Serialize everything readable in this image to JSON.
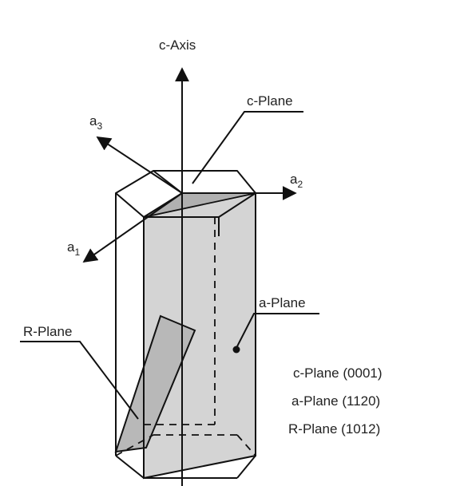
{
  "labels": {
    "c_axis": "c-Axis",
    "c_plane": "c-Plane",
    "a_plane": "a-Plane",
    "r_plane": "R-Plane",
    "a1": {
      "base": "a",
      "sub": "1"
    },
    "a2": {
      "base": "a",
      "sub": "2"
    },
    "a3": {
      "base": "a",
      "sub": "3"
    }
  },
  "legend": [
    {
      "plane": "c-Plane",
      "index": "(0001)"
    },
    {
      "plane": "a-Plane",
      "index": "(1120)"
    },
    {
      "plane": "R-Plane",
      "index": "(1012)"
    }
  ],
  "colors": {
    "line": "#111111",
    "a_plane_fill": "#d4d4d4",
    "r_plane_fill": "#b8b8b8",
    "c_plane_fill": "#b0b0b0"
  }
}
